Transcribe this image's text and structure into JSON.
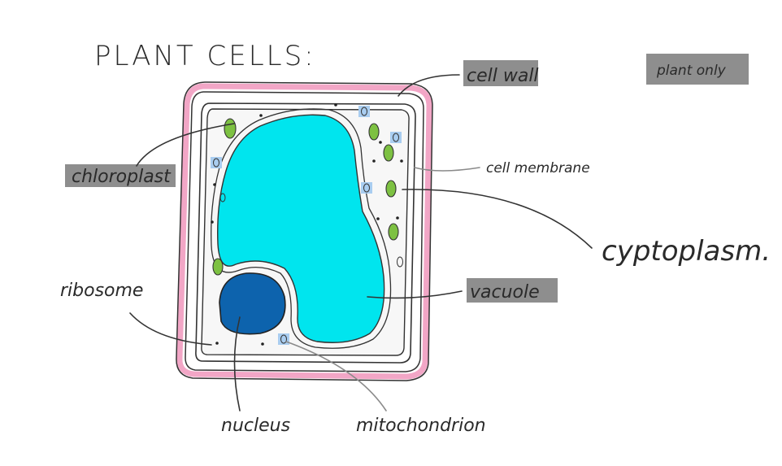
{
  "title": "PLANT CELLS:",
  "labels": {
    "cell_wall": "cell wall",
    "plant_only": "plant only",
    "chloroplast": "chloroplast",
    "cell_membrane": "cell membrane",
    "cytoplasm": "cyptoplasm.",
    "ribosome": "ribosome",
    "vacuole": "vacuole",
    "nucleus": "nucleus",
    "mitochondrion": "mitochondrion"
  },
  "colors": {
    "cell_wall": "#f2a6c6",
    "vacuole": "#00e5ee",
    "nucleus": "#0d63ad",
    "chloroplast": "#7dc142",
    "mitochondrion": "#a9cdf0",
    "highlight": "#8e8e8e"
  }
}
